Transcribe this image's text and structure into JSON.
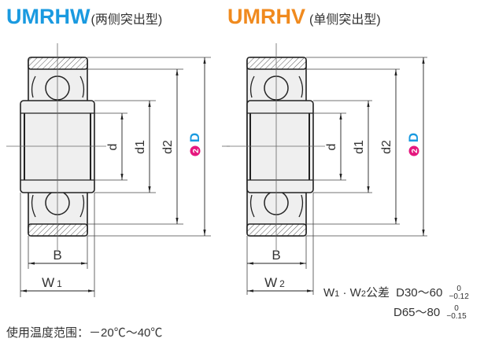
{
  "titles": {
    "left": {
      "model": "UMRHW",
      "desc": "(两侧突出型)",
      "color": "#1a9ae0"
    },
    "right": {
      "model": "UMRHV",
      "desc": "(单侧突出型)",
      "color": "#f08a1e"
    }
  },
  "diagrams": {
    "left": {
      "labels": {
        "d": "d",
        "d1": "d1",
        "d2": "d2",
        "D": "D",
        "D_badge": "2",
        "B": "B",
        "W": "W",
        "W_sub": "1"
      }
    },
    "right": {
      "labels": {
        "d": "d",
        "d1": "d1",
        "d2": "d2",
        "D": "D",
        "D_badge": "2",
        "B": "B",
        "W": "W",
        "W_sub": "2"
      }
    }
  },
  "colors": {
    "badge": "#e5177e",
    "D_letter": "#1a9ae0",
    "line": "#333333",
    "fill": "#efefef"
  },
  "tolerance": {
    "prefix_w1": "W",
    "prefix_w1_sub": "1",
    "separator": " · ",
    "prefix_w2": "W",
    "prefix_w2_sub": "2",
    "label": "公差",
    "rows": [
      {
        "range": "D30～60",
        "upper": "0",
        "lower": "−0.12"
      },
      {
        "range": "D65～80",
        "upper": "0",
        "lower": "−0.15"
      }
    ]
  },
  "temperature": {
    "label": "使用温度范围：",
    "value": "－20℃～40℃"
  }
}
